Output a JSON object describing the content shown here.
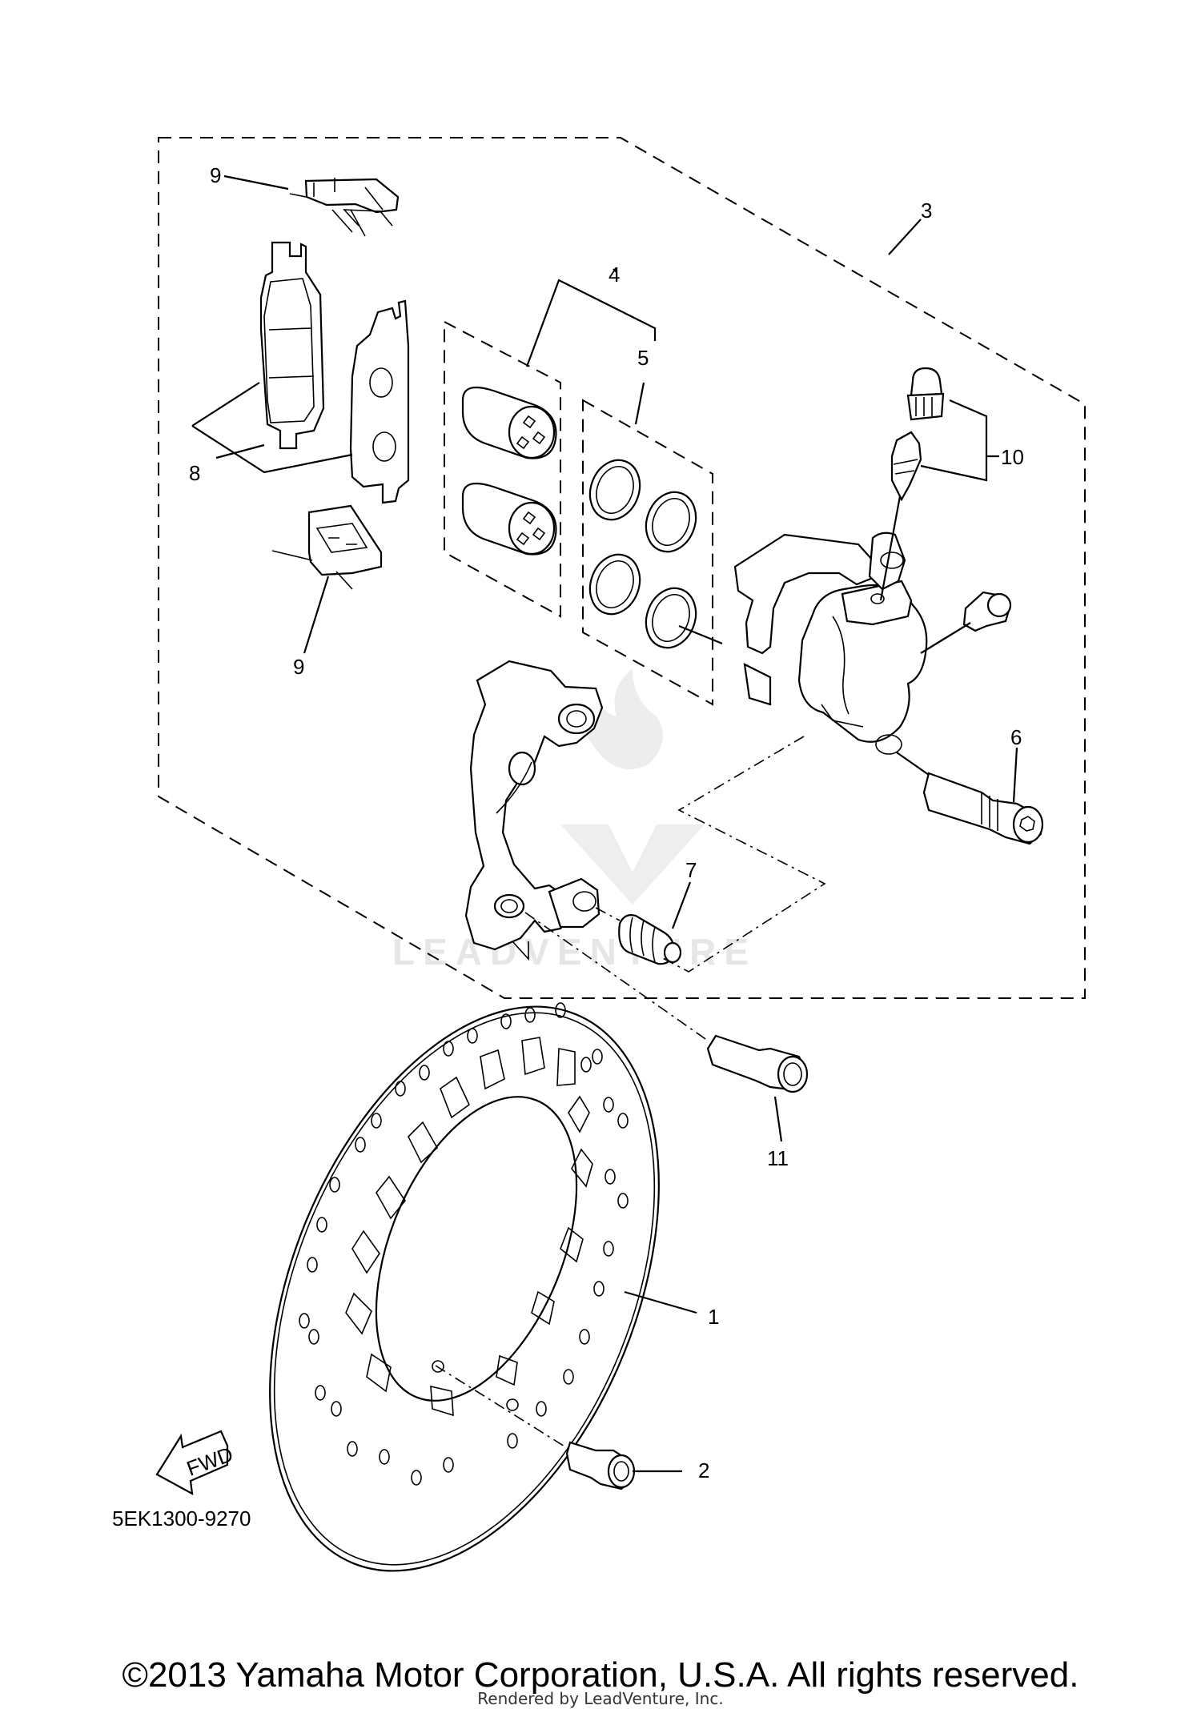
{
  "diagram": {
    "part_numbers": {
      "p1": "1",
      "p2": "2",
      "p3": "3",
      "p4": "4",
      "p5": "5",
      "p6": "6",
      "p7": "7",
      "p8": "8",
      "p9_top": "9",
      "p9_bottom": "9",
      "p10": "10",
      "p11": "11"
    },
    "fwd_label": "FWD",
    "diagram_code": "5EK1300-9270",
    "watermark": "LEADVENTURE"
  },
  "footer": {
    "copyright": "©2013 Yamaha Motor Corporation, U.S.A. All rights reserved.",
    "rendered_by": "Rendered by LeadVenture, Inc."
  }
}
